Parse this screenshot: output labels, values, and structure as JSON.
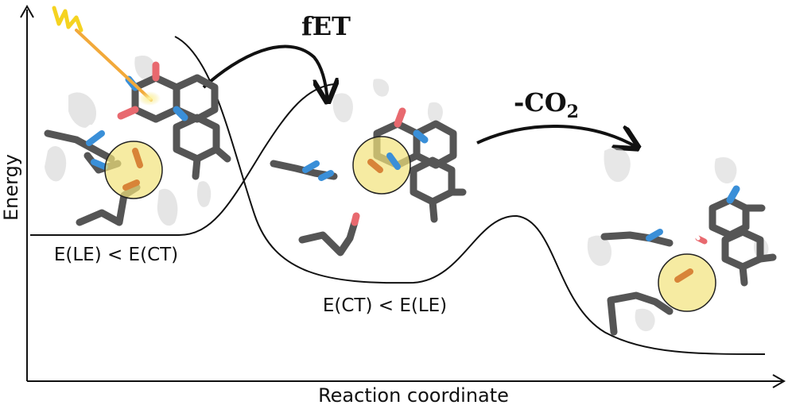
{
  "axes": {
    "y_label": "Energy",
    "x_label": "Reaction coordinate"
  },
  "annotations": {
    "state_left": "E(LE) < E(CT)",
    "state_middle": "E(CT) < E(LE)",
    "step_transfer": "fET",
    "step_decarboxylation_prefix": "-CO",
    "step_decarboxylation_subscript": "2"
  },
  "colors": {
    "curve": "#111111",
    "highlight_fill": "#f2e27a",
    "carbon": "#555555",
    "nitrogen": "#3a8fd8",
    "oxygen": "#e8696f",
    "light_beam": "#f2a93a",
    "protein_ribbon": "#cfcfcf"
  }
}
